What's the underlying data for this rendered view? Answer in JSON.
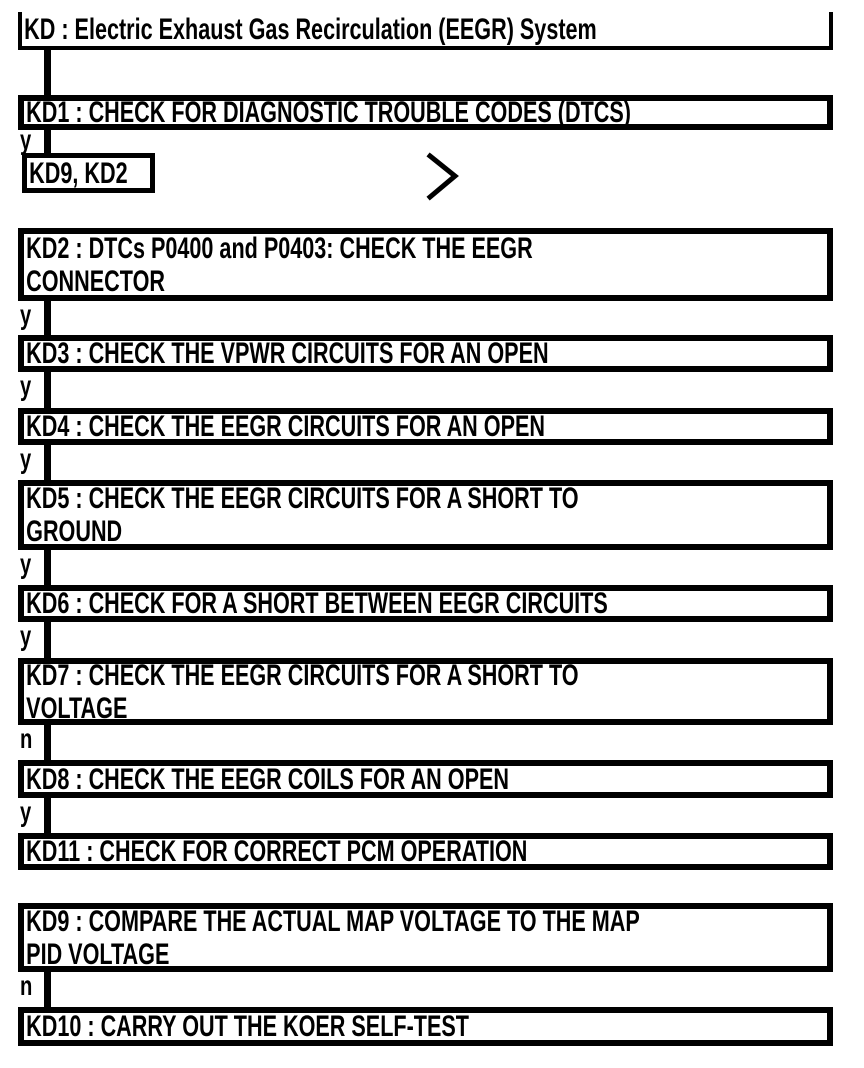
{
  "colors": {
    "foreground": "#000000",
    "background": "#ffffff"
  },
  "flowchart": {
    "title": "KD : Electric Exhaust Gas Recirculation (EEGR) System",
    "nodes": {
      "kd": {
        "lines": [
          "KD : Electric Exhaust Gas Recirculation (EEGR) System"
        ]
      },
      "kd1": {
        "lines": [
          "KD1 : CHECK FOR DIAGNOSTIC TROUBLE CODES (DTCS)"
        ]
      },
      "kd9_kd2": {
        "lines": [
          "KD9, KD2"
        ]
      },
      "kd2": {
        "lines": [
          "KD2 : DTCs P0400 and P0403: CHECK THE EEGR",
          "CONNECTOR"
        ]
      },
      "kd3": {
        "lines": [
          "KD3 : CHECK THE VPWR CIRCUITS FOR AN OPEN"
        ]
      },
      "kd4": {
        "lines": [
          "KD4 : CHECK THE EEGR CIRCUITS FOR AN OPEN"
        ]
      },
      "kd5": {
        "lines": [
          "KD5 : CHECK THE EEGR CIRCUITS FOR A SHORT TO",
          "GROUND"
        ]
      },
      "kd6": {
        "lines": [
          "KD6 : CHECK FOR A SHORT BETWEEN EEGR CIRCUITS"
        ]
      },
      "kd7": {
        "lines": [
          "KD7 : CHECK THE EEGR CIRCUITS FOR A SHORT TO",
          "VOLTAGE"
        ]
      },
      "kd8": {
        "lines": [
          "KD8 : CHECK THE EEGR COILS FOR AN OPEN"
        ]
      },
      "kd11": {
        "lines": [
          "KD11 : CHECK FOR CORRECT PCM OPERATION"
        ]
      },
      "kd9": {
        "lines": [
          "KD9 : COMPARE THE ACTUAL MAP VOLTAGE TO THE MAP",
          "PID VOLTAGE"
        ]
      },
      "kd10": {
        "lines": [
          "KD10 : CARRY OUT THE KOER SELF-TEST"
        ]
      }
    },
    "branches": {
      "kd1_out": "y",
      "kd2_out": "y",
      "kd3_out": "y",
      "kd4_out": "y",
      "kd5_out": "y",
      "kd6_out": "y",
      "kd7_out": "n",
      "kd8_out": "y",
      "kd9_out": "n"
    }
  }
}
